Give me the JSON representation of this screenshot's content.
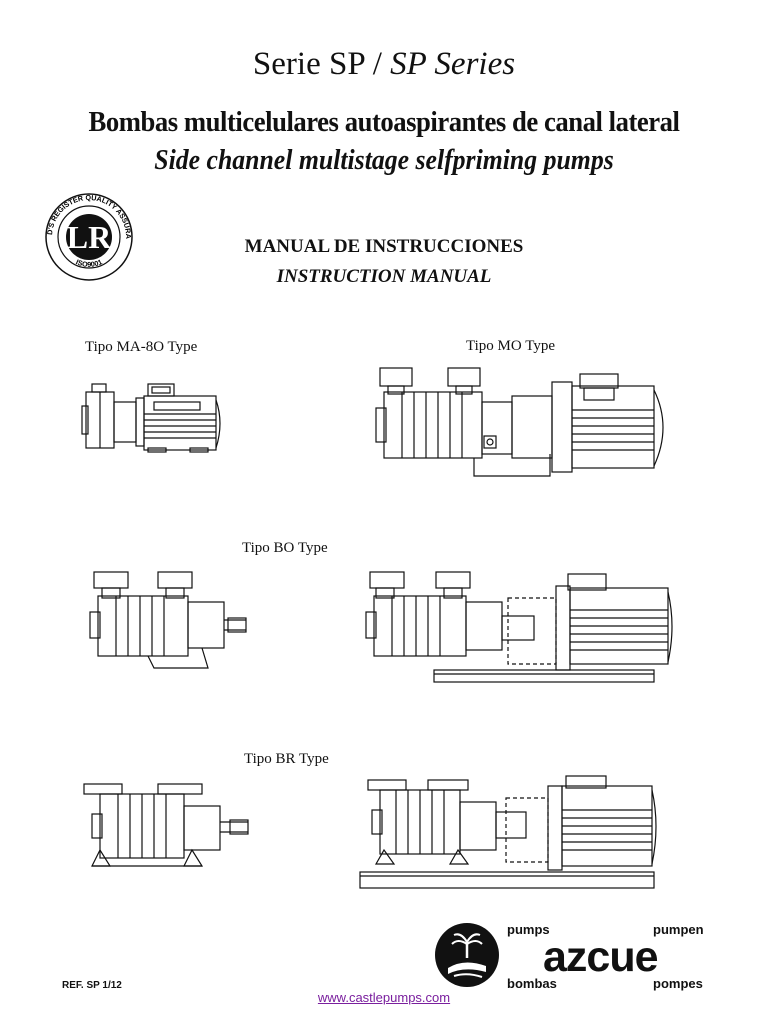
{
  "header": {
    "series_es": "Serie SP /",
    "series_en": "SP Series",
    "pump_title_es": "Bombas multicelulares autoaspirantes de canal lateral",
    "pump_title_en": "Side channel multistage selfpriming pumps"
  },
  "certification": {
    "ring_text": "LLOYD'S REGISTER QUALITY ASSURANCE",
    "standard": "ISO9001"
  },
  "manual": {
    "title_es": "MANUAL DE INSTRUCCIONES",
    "title_en": "INSTRUCTION MANUAL"
  },
  "types": {
    "ma80": "Tipo MA-8O Type",
    "mo": "Tipo MO Type",
    "bo": "Tipo BO Type",
    "br": "Tipo BR Type"
  },
  "footer": {
    "ref": "REF. SP 1/12",
    "url": "www.castlepumps.com"
  },
  "brand": {
    "name": "azcue",
    "pumps": "pumps",
    "pumpen": "pumpen",
    "bombas": "bombas",
    "pompes": "pompes"
  }
}
